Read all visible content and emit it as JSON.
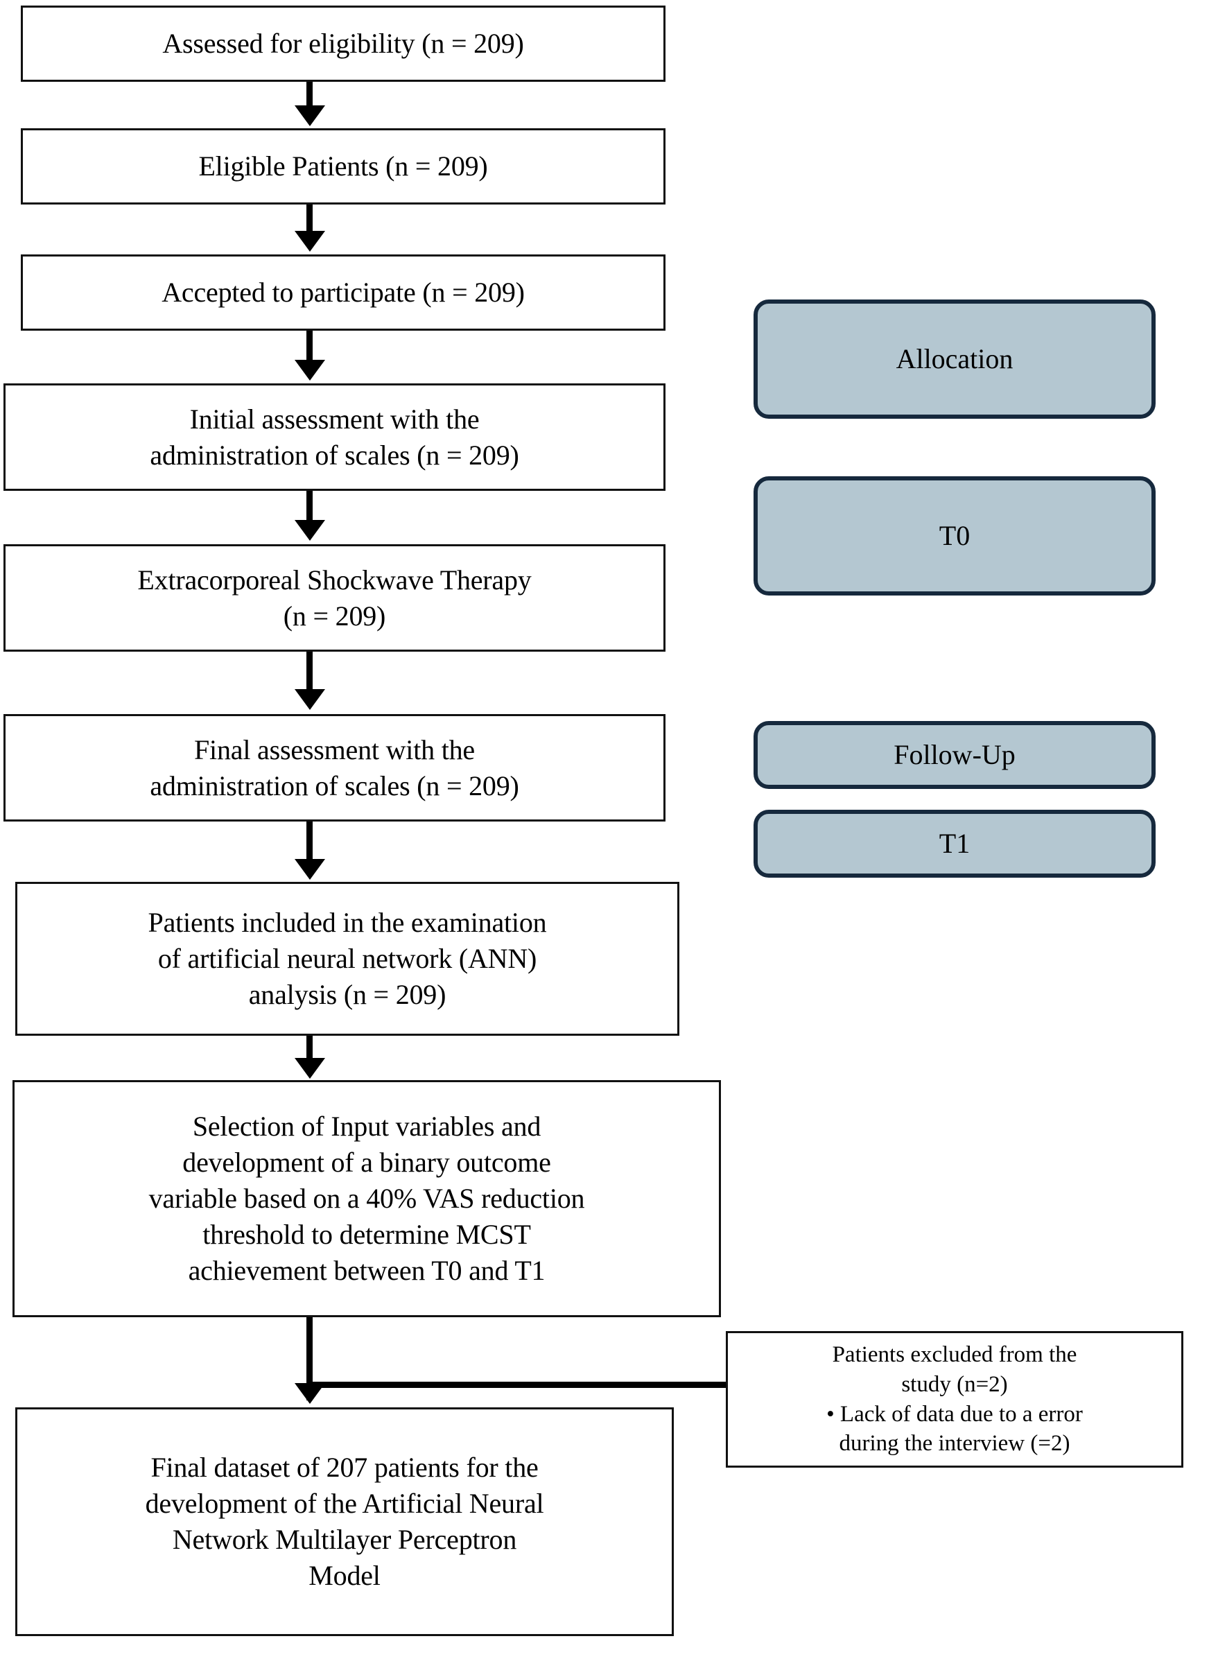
{
  "diagram": {
    "title": "CONSORT-style patient flow diagram",
    "accent_fill": "#b4c7d1",
    "accent_border": "#16293d",
    "box_border": "#111111"
  },
  "flow_boxes": [
    {
      "id": "assessed",
      "text": "Assessed for eligibility (n = 209)"
    },
    {
      "id": "eligible",
      "text": "Eligible Patients (n = 209)"
    },
    {
      "id": "accepted",
      "text": "Accepted to participate (n = 209)"
    },
    {
      "id": "initial",
      "text": "Initial assessment with the\nadministration of scales (n = 209)"
    },
    {
      "id": "eswt",
      "text": "Extracorporeal Shockwave Therapy\n(n = 209)"
    },
    {
      "id": "final-assess",
      "text": "Final assessment with the\nadministration of scales (n = 209)"
    },
    {
      "id": "ann-included",
      "text": "Patients included in the examination\nof artificial neural network (ANN)\nanalysis (n = 209)"
    },
    {
      "id": "variable-select",
      "text": "Selection of Input variables and\ndevelopment of a binary outcome\nvariable based on a 40% VAS reduction\nthreshold to determine MCST\nachievement between T0 and T1"
    },
    {
      "id": "final-dataset",
      "text": "Final dataset of 207 patients for the\ndevelopment of the Artificial Neural\nNetwork Multilayer Perceptron\nModel"
    }
  ],
  "stage_pills": [
    {
      "id": "allocation",
      "label": "Allocation"
    },
    {
      "id": "t0",
      "label": "T0"
    },
    {
      "id": "followup",
      "label": "Follow-Up"
    },
    {
      "id": "t1",
      "label": "T1"
    }
  ],
  "exclusion_note": {
    "heading": "Patients excluded from the\nstudy (n=2)",
    "bullet": "Lack of data due to a error\nduring the interview (=2)"
  }
}
